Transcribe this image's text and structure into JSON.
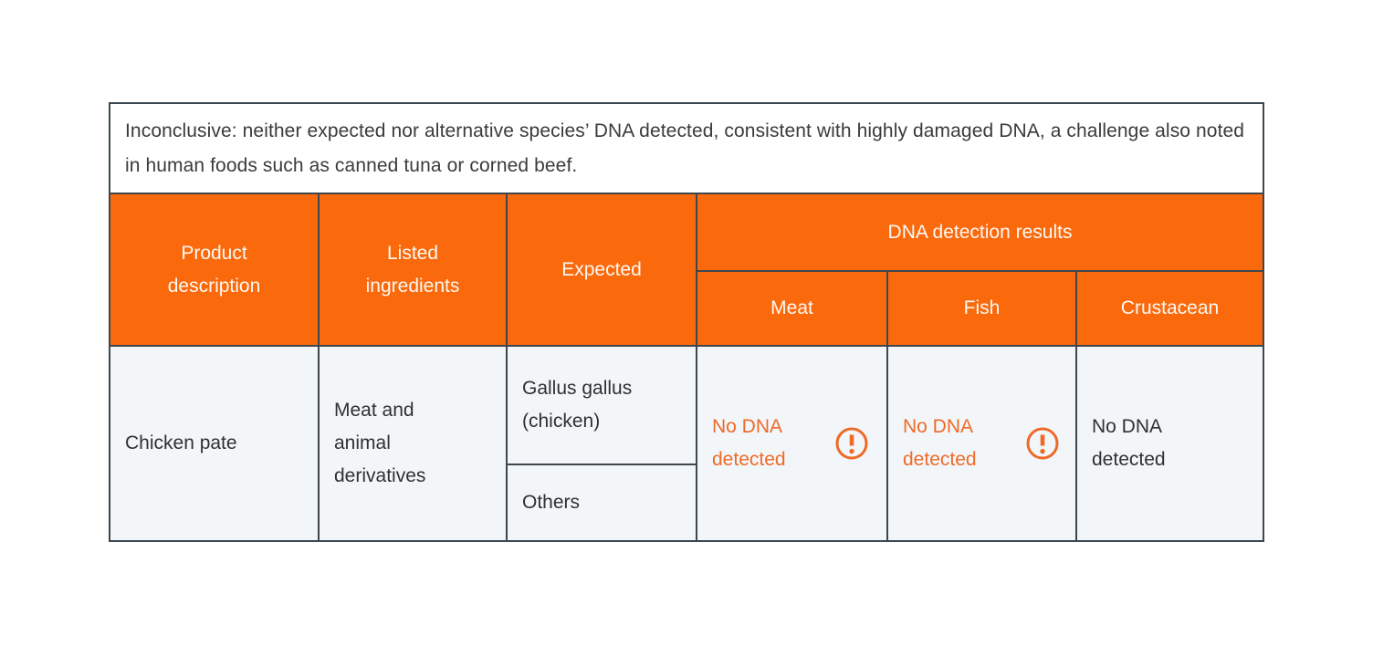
{
  "note": "Inconclusive: neither expected nor alternative species’ DNA detected, consistent with highly damaged DNA, a challenge also noted in human foods such as canned tuna or corned beef.",
  "colors": {
    "orange": "#FA6A0D",
    "orange_text": "#EE6A28",
    "border": "#3D474D",
    "row_bg": "#F3F6F9",
    "text_dark": "#30302F",
    "note_text": "#3B3B3A",
    "header_text": "#FEF8F3"
  },
  "header": {
    "product": "Product description",
    "listed": "Listed ingredients",
    "expected": "Expected",
    "dna_results": "DNA detection results",
    "meat": "Meat",
    "fish": "Fish",
    "crustacean": "Crustacean"
  },
  "row": {
    "product": "Chicken pate",
    "ingredients": "Meat and animal derivatives",
    "expected_primary": "Gallus gallus (chicken)",
    "expected_secondary": "Others",
    "meat": {
      "text": "No DNA detected",
      "warning": true
    },
    "fish": {
      "text": "No DNA detected",
      "warning": true
    },
    "crustacean": {
      "text": "No DNA detected",
      "warning": false
    }
  },
  "icons": {
    "warning": "exclamation-circle-icon"
  }
}
